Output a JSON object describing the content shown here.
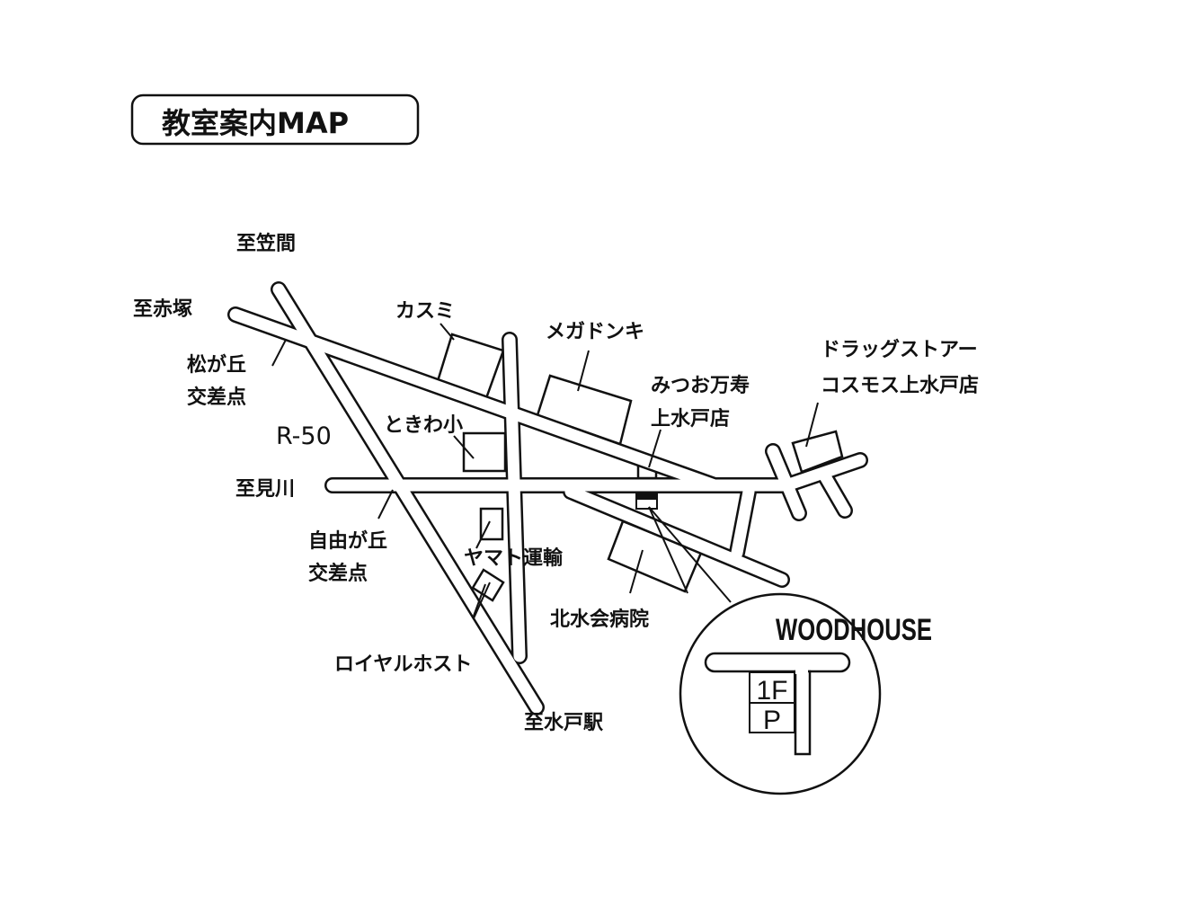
{
  "title": "教室案内MAP",
  "directions": {
    "kasama": "至笠間",
    "akatsuka": "至赤塚",
    "mikawa": "至見川",
    "mito_station": "至水戸駅"
  },
  "intersections": {
    "matsugaoka": [
      "松が丘",
      "交差点"
    ],
    "jiyugaoka": [
      "自由が丘",
      "交差点"
    ]
  },
  "route": "R-50",
  "landmarks": {
    "kasumi": "カスミ",
    "mega_donki": "メガドンキ",
    "tokiwa": "ときわ小",
    "mitsuo": [
      "みつお万寿",
      "上水戸店"
    ],
    "drugstore": [
      "ドラッグストアー",
      "コスモス上水戸店"
    ],
    "yamato": "ヤマト運輸",
    "hospital": "北水会病院",
    "royal_host": "ロイヤルホスト"
  },
  "inset": {
    "name": "WOODHOUSE",
    "floor": "1F",
    "parking": "P"
  },
  "colors": {
    "ink": "#111111",
    "background": "#ffffff"
  }
}
